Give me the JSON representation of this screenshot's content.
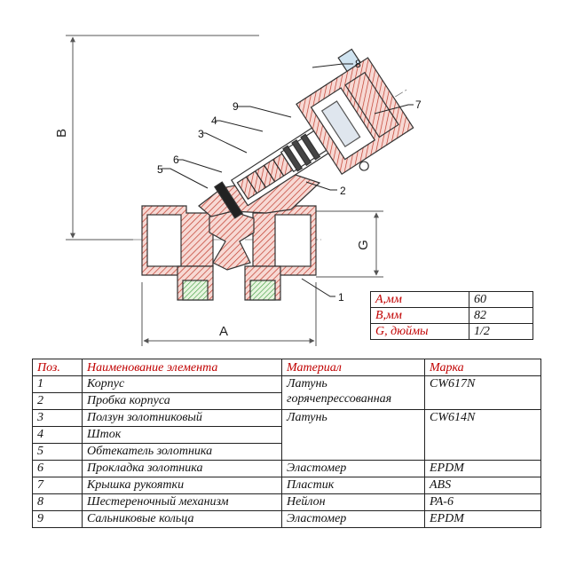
{
  "drawing": {
    "dim_labels": {
      "a": "A",
      "b": "B",
      "g": "G"
    },
    "callouts": [
      "1",
      "2",
      "3",
      "4",
      "5",
      "6",
      "7",
      "8",
      "9"
    ]
  },
  "dimensions_table": [
    {
      "label": "A,мм",
      "value": "60"
    },
    {
      "label": "B,мм",
      "value": "82"
    },
    {
      "label": "G, дюймы",
      "value": "1/2"
    }
  ],
  "spec_table": {
    "headers": {
      "pos": "Поз.",
      "name": "Наименование элемента",
      "material": "Материал",
      "mark": "Марка"
    },
    "rows": [
      {
        "pos": "1",
        "name": "Корпус"
      },
      {
        "pos": "2",
        "name": "Пробка корпуса"
      },
      {
        "pos": "3",
        "name": "Ползун золотниковый"
      },
      {
        "pos": "4",
        "name": "Шток"
      },
      {
        "pos": "5",
        "name": "Обтекатель золотника"
      },
      {
        "pos": "6",
        "name": "Прокладка золотника"
      },
      {
        "pos": "7",
        "name": "Крышка рукоятки"
      },
      {
        "pos": "8",
        "name": "Шестереночный механизм"
      },
      {
        "pos": "9",
        "name": "Сальниковые кольца"
      }
    ],
    "materials": [
      {
        "text": "Латунь горячепрессованная",
        "mark": "CW617N"
      },
      {
        "text": "Латунь",
        "mark": "CW614N"
      },
      {
        "text": "Эластомер",
        "mark": "EPDM"
      },
      {
        "text": "Пластик",
        "mark": "ABS"
      },
      {
        "text": "Нейлон",
        "mark": "PA-6"
      },
      {
        "text": "Эластомер",
        "mark": "EPDM"
      }
    ]
  },
  "colors": {
    "hatch_red": "#c0392b",
    "label_red": "#c00000",
    "line": "#333333",
    "dim_line": "#555555"
  }
}
